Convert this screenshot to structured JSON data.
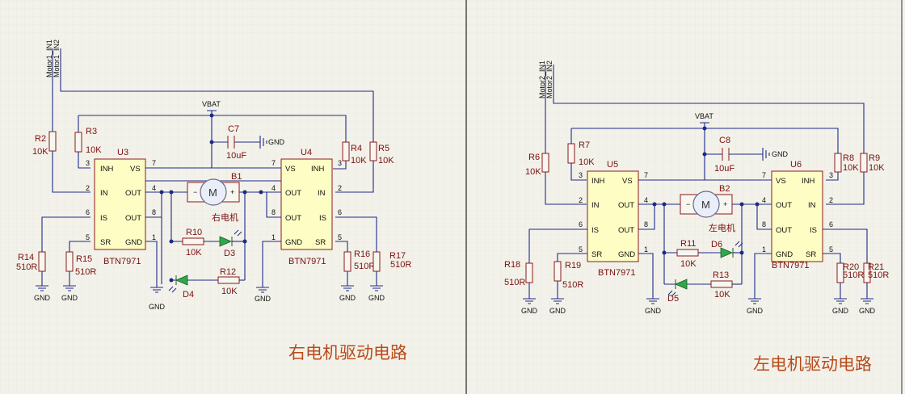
{
  "diagram_title_right": "右电机驱动电路",
  "diagram_title_left": "左电机驱动电路",
  "right": {
    "in1": "Motor1_IN1",
    "in2": "Motor1_IN2",
    "vbat": "VBAT",
    "u_a": "U3",
    "u_b": "U4",
    "chip_model": "BTN7971",
    "pins": {
      "inh": "INH",
      "vs": "VS",
      "in": "IN",
      "out": "OUT",
      "is": "IS",
      "sr": "SR",
      "gnd": "GND"
    },
    "c_ref": "C7",
    "c_val": "10uF",
    "c_gnd": "GND",
    "motor_ref": "B1",
    "motor_name": "右电机",
    "motor_m": "M",
    "r2": "R2",
    "r3": "R3",
    "r4": "R4",
    "r5": "R5",
    "r10": "R10",
    "r12": "R12",
    "r14": "R14",
    "r15": "R15",
    "r16": "R16",
    "r17": "R17",
    "d3": "D3",
    "d4": "D4",
    "v10k": "10K",
    "v510": "510R"
  },
  "left": {
    "in1": "Motor2_IN1",
    "in2": "Motor2_IN2",
    "vbat": "VBAT",
    "u_a": "U5",
    "u_b": "U6",
    "chip_model": "BTN7971",
    "c_ref": "C8",
    "c_val": "10uF",
    "c_gnd": "GND",
    "motor_ref": "B2",
    "motor_name": "左电机",
    "motor_m": "M",
    "r6": "R6",
    "r7": "R7",
    "r8": "R8",
    "r9": "R9",
    "r11": "R11",
    "r13": "R13",
    "r18": "R18",
    "r19": "R19",
    "r20": "R20",
    "r21": "R21",
    "d5": "D5",
    "d6": "D6",
    "v10k": "10K",
    "v510": "510R"
  },
  "gnd_label": "GND",
  "pin_numbers": {
    "p1": "1",
    "p2": "2",
    "p3": "3",
    "p4": "4",
    "p5": "5",
    "p6": "6",
    "p7": "7",
    "p8": "8"
  }
}
